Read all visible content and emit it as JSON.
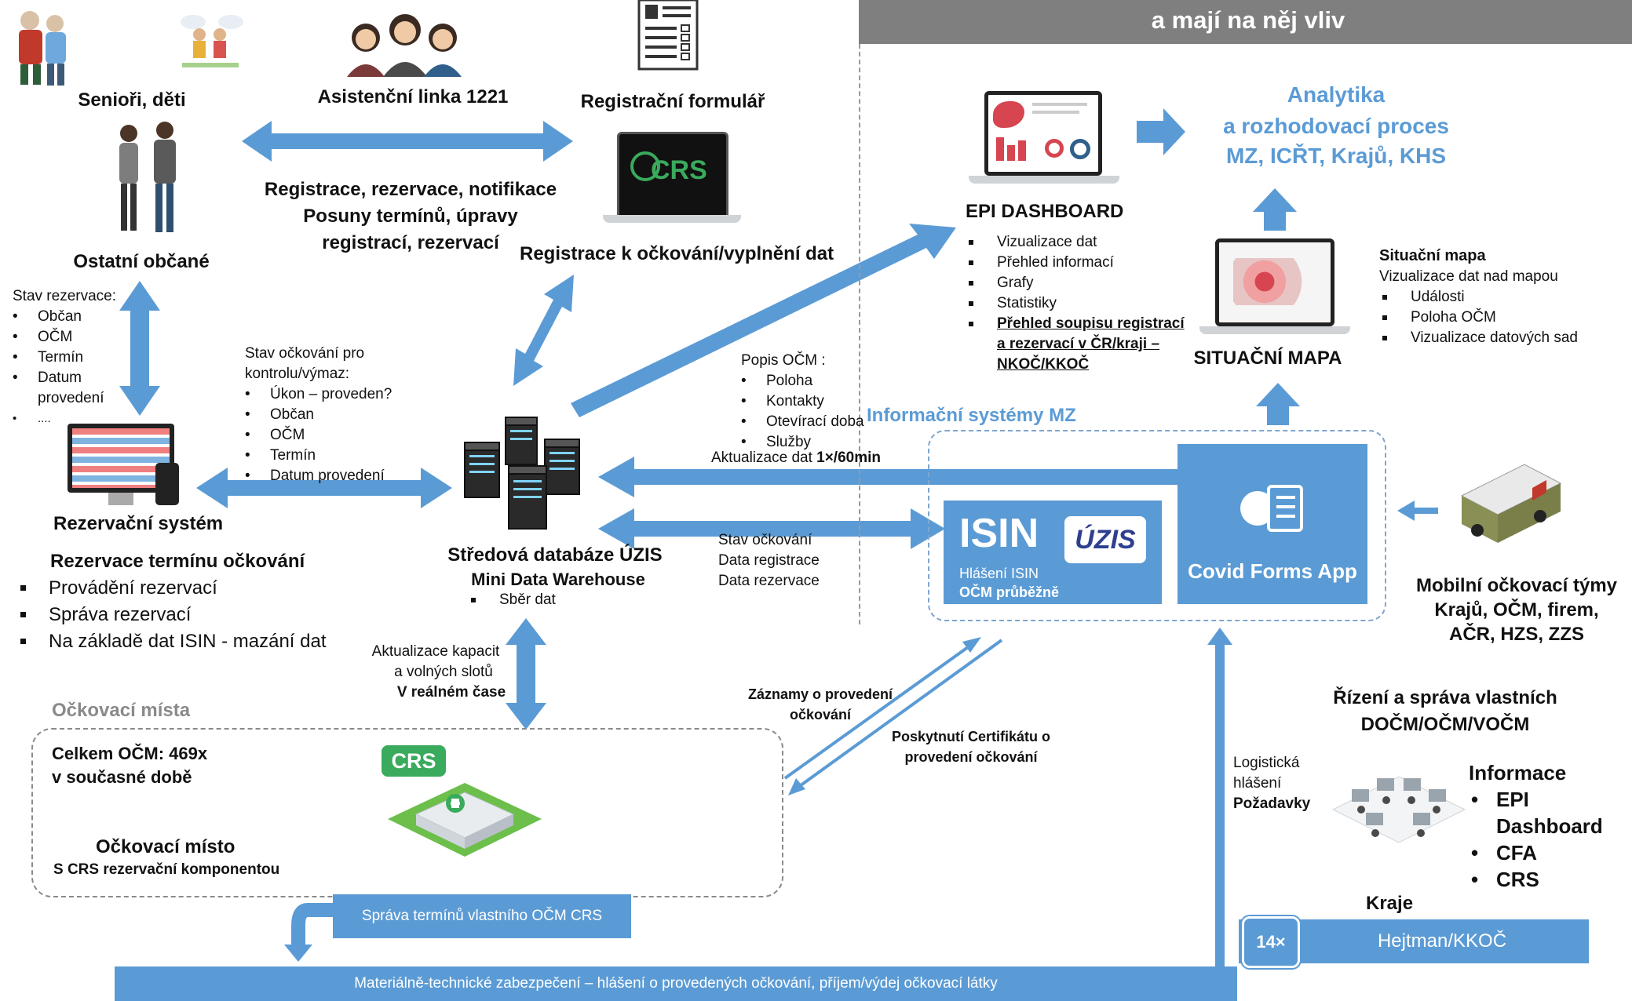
{
  "header": {
    "title": "a mají na něj vliv"
  },
  "left_top": {
    "seniors": "Senioři, děti",
    "helpline": "Asistenční linka 1221",
    "reg_form": "Registrační formulář",
    "other_citizens": "Ostatní občané",
    "flow_lines": [
      "Registrace, rezervace, notifikace",
      "Posuny termínů, úpravy",
      "registrací, rezervací"
    ],
    "reg_vaccination": "Registrace k očkování/vyplnění dat",
    "crs_label": "CRS"
  },
  "reservation_state": {
    "title": "Stav rezervace:",
    "items": [
      "Občan",
      "OČM",
      "Termín",
      "Datum provedení",
      "...."
    ]
  },
  "vaccination_state": {
    "title_lines": [
      "Stav očkování pro",
      "kontrolu/výmaz:"
    ],
    "items": [
      "Úkon – proveden?",
      "Občan",
      "OČM",
      "Termín",
      "Datum provedení"
    ]
  },
  "reservation_system": {
    "title": "Rezervační systém",
    "subtitle": "Rezervace termínu očkování",
    "items": [
      "Provádění rezervací",
      "Správa rezervací",
      "Na základě dat ISIN - mazání dat"
    ]
  },
  "central_db": {
    "title": "Středová databáze ÚZIS",
    "subtitle": "Mini Data Warehouse",
    "items": [
      "Sběr dat"
    ]
  },
  "ocm_description": {
    "title": "Popis OČM :",
    "items": [
      "Poloha",
      "Kontakty",
      "Otevírací doba",
      "Služby"
    ]
  },
  "update_data": {
    "prefix": "Aktualizace dat ",
    "bold": "1×/60min"
  },
  "isin_flow": [
    "Stav očkování",
    "Data registrace",
    "Data rezervace"
  ],
  "capacity": {
    "lines": [
      "Aktualizace kapacit",
      "a volných slotů"
    ],
    "bold": "V reálném čase"
  },
  "records": [
    "Záznamy o provedení",
    "očkování"
  ],
  "certificate": [
    "Poskytnutí Certifikátu o",
    "provedení očkování"
  ],
  "vaccination_sites": {
    "title": "Očkovací místa",
    "total_lines": [
      "Celkem OČM: 469x",
      "v současné době"
    ],
    "site": "Očkovací místo",
    "site_sub": "S CRS rezervační komponentou",
    "crs_badge": "CRS"
  },
  "epi": {
    "title": "EPI DASHBOARD",
    "items": [
      "Vizualizace dat",
      "Přehled informací",
      "Grafy",
      "Statistiky"
    ],
    "underlined_lines": [
      "Přehled soupisu registrací",
      "a rezervací v ČR/kraji –",
      "NKOČ/KKOČ"
    ]
  },
  "analytics": [
    "Analytika",
    "a rozhodovací proces",
    "MZ, ICŘT, Krajů, KHS"
  ],
  "situational_map": {
    "title": "SITUAČNÍ MAPA",
    "side_title": "Situační mapa",
    "side_sub": "Vizualizace dat nad mapou",
    "items": [
      "Události",
      "Poloha OČM",
      "Vizualizace datových sad"
    ]
  },
  "is_mz": {
    "title": "Informační systémy MZ",
    "isin": "ISIN",
    "isin_sub": "Hlášení ISIN",
    "isin_sub_bold": "OČM průběžně",
    "uzis_logo": "ÚZIS",
    "cfa": "Covid Forms App"
  },
  "mobile_teams": [
    "Mobilní očkovací týmy",
    "Krajů, OČM, firem,",
    "AČR, HZS, ZZS"
  ],
  "management": [
    "Řízení a správa vlastních",
    "DOČM/OČM/VOČM"
  ],
  "logistics": {
    "lines": [
      "Logistická",
      "hlášení"
    ],
    "bold": "Požadavky"
  },
  "information": {
    "title": "Informace",
    "items": [
      "EPI Dashboard",
      "CFA",
      "CRS"
    ]
  },
  "regions": {
    "label": "Kraje",
    "count": "14×",
    "bar": "Hejtman/KKOČ"
  },
  "bottom": {
    "slot_management": "Správa termínů vlastního OČM CRS",
    "bar": "Materiálně-technické zabezpečení – hlášení o provedených očkování, příjem/výdej očkovací látky"
  },
  "colors": {
    "accent": "#5b9bd5",
    "header": "#7f7f7f",
    "crs_green": "#3aaa5c"
  }
}
